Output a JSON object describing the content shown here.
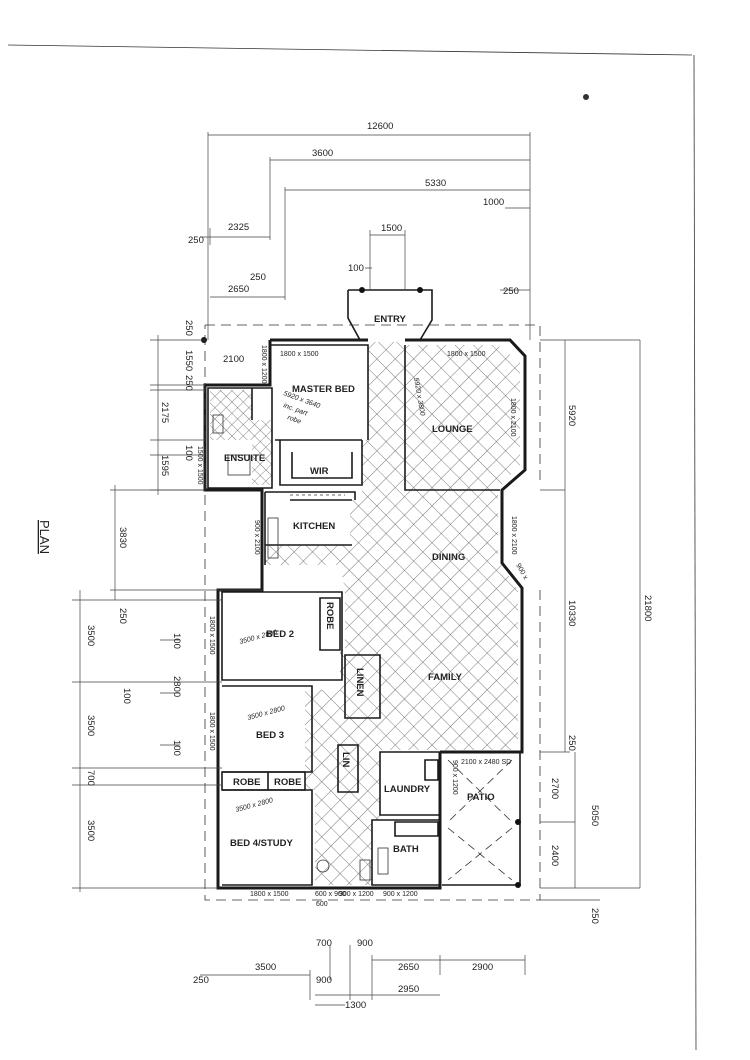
{
  "title": "PLAN",
  "rooms": {
    "entry": "ENTRY",
    "master_bed": "MASTER BED",
    "lounge": "LOUNGE",
    "wir": "WIR",
    "ensuite": "ENSUITE",
    "kitchen": "KITCHEN",
    "dining": "DINING",
    "family": "FAMILY",
    "bed2": "BED 2",
    "robe_bed2": "ROBE",
    "bed3": "BED 3",
    "robe_a": "ROBE",
    "robe_b": "ROBE",
    "bed4": "BED 4/STUDY",
    "linen1": "LINEN",
    "linen2": "LIN",
    "laundry": "LAUNDRY",
    "bath": "BATH",
    "patio": "PATIO"
  },
  "windows": {
    "master": "1800 x 1500",
    "lounge_top": "1800 x 1500",
    "lounge_side": "1800 x 2100",
    "master_side": "1800 x 1200",
    "ensuite": "1500 x 1500",
    "kitchen": "900 x 2100",
    "dining_side": "1800 x 2100",
    "dining_corner": "900 x",
    "bed2": "1800 x 1500",
    "bed3": "1800 x 1500",
    "bed4": "1800 x 1500",
    "bath_a": "600 x 900",
    "bath_b": "900 x 1200",
    "bath_c": "900 x 1200",
    "bath_d": "600",
    "laundry": "900 x 1200",
    "slider": "2100 x 2480 SD"
  },
  "handwritten": {
    "master": "5920 x 3640",
    "master2": "inc. part",
    "master3": "robe",
    "lounge": "5920 x 3800",
    "bed2": "3500 x 2800",
    "bed3": "3500 x 2800",
    "bed4": "3500 x 2800"
  },
  "dimensions": {
    "top_overall": "12600",
    "top_3600": "3600",
    "top_5330": "5330",
    "top_1000": "1000",
    "top_1500": "1500",
    "top_2325": "2325",
    "top_250a": "250",
    "top_250b": "250",
    "top_100": "100",
    "top_2650": "2650",
    "top_250c": "250",
    "left_250": "250",
    "left_1550": "1550",
    "left_2100": "2100",
    "left_250b": "250",
    "left_2175": "2175",
    "left_100": "100",
    "left_1595": "1595",
    "left_3830": "3830",
    "left_250c": "250",
    "left_3500a": "3500",
    "left_100b": "100",
    "left_2800": "2800",
    "left_100c": "100",
    "left_3500b": "3500",
    "left_100d": "100",
    "left_700": "700",
    "left_3500c": "3500",
    "right_5920": "5920",
    "right_21800": "21800",
    "right_10330": "10330",
    "right_250": "250",
    "right_2700": "2700",
    "right_5050": "5050",
    "right_2400": "2400",
    "right_250b": "250",
    "bot_250": "250",
    "bot_3500": "3500",
    "bot_700": "700",
    "bot_900": "900",
    "bot_900b": "900",
    "bot_2650": "2650",
    "bot_2900": "2900",
    "bot_2950": "2950",
    "bot_1300": "1300"
  }
}
